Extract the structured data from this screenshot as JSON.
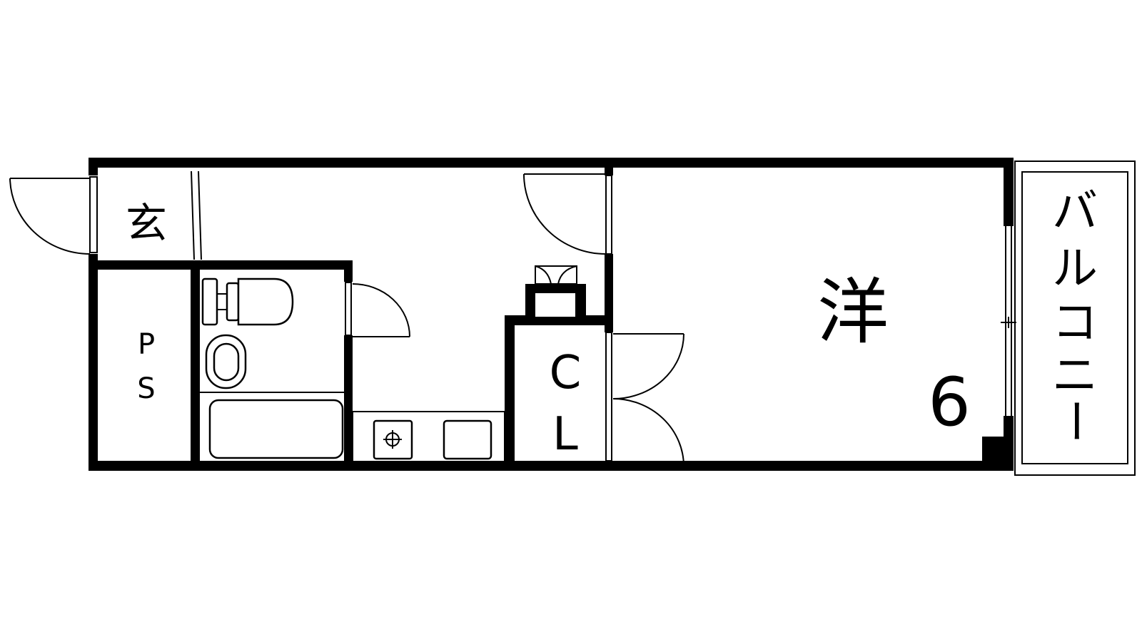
{
  "labels": {
    "genkan": "玄",
    "ps_p": "P",
    "ps_s": "S",
    "closet_c": "C",
    "closet_l": "L",
    "western_room": "洋",
    "room_size": "6",
    "balcony": [
      "バ",
      "ル",
      "コ",
      "ニ",
      "ー"
    ]
  },
  "colors": {
    "wall": "#000000",
    "background": "#ffffff"
  }
}
